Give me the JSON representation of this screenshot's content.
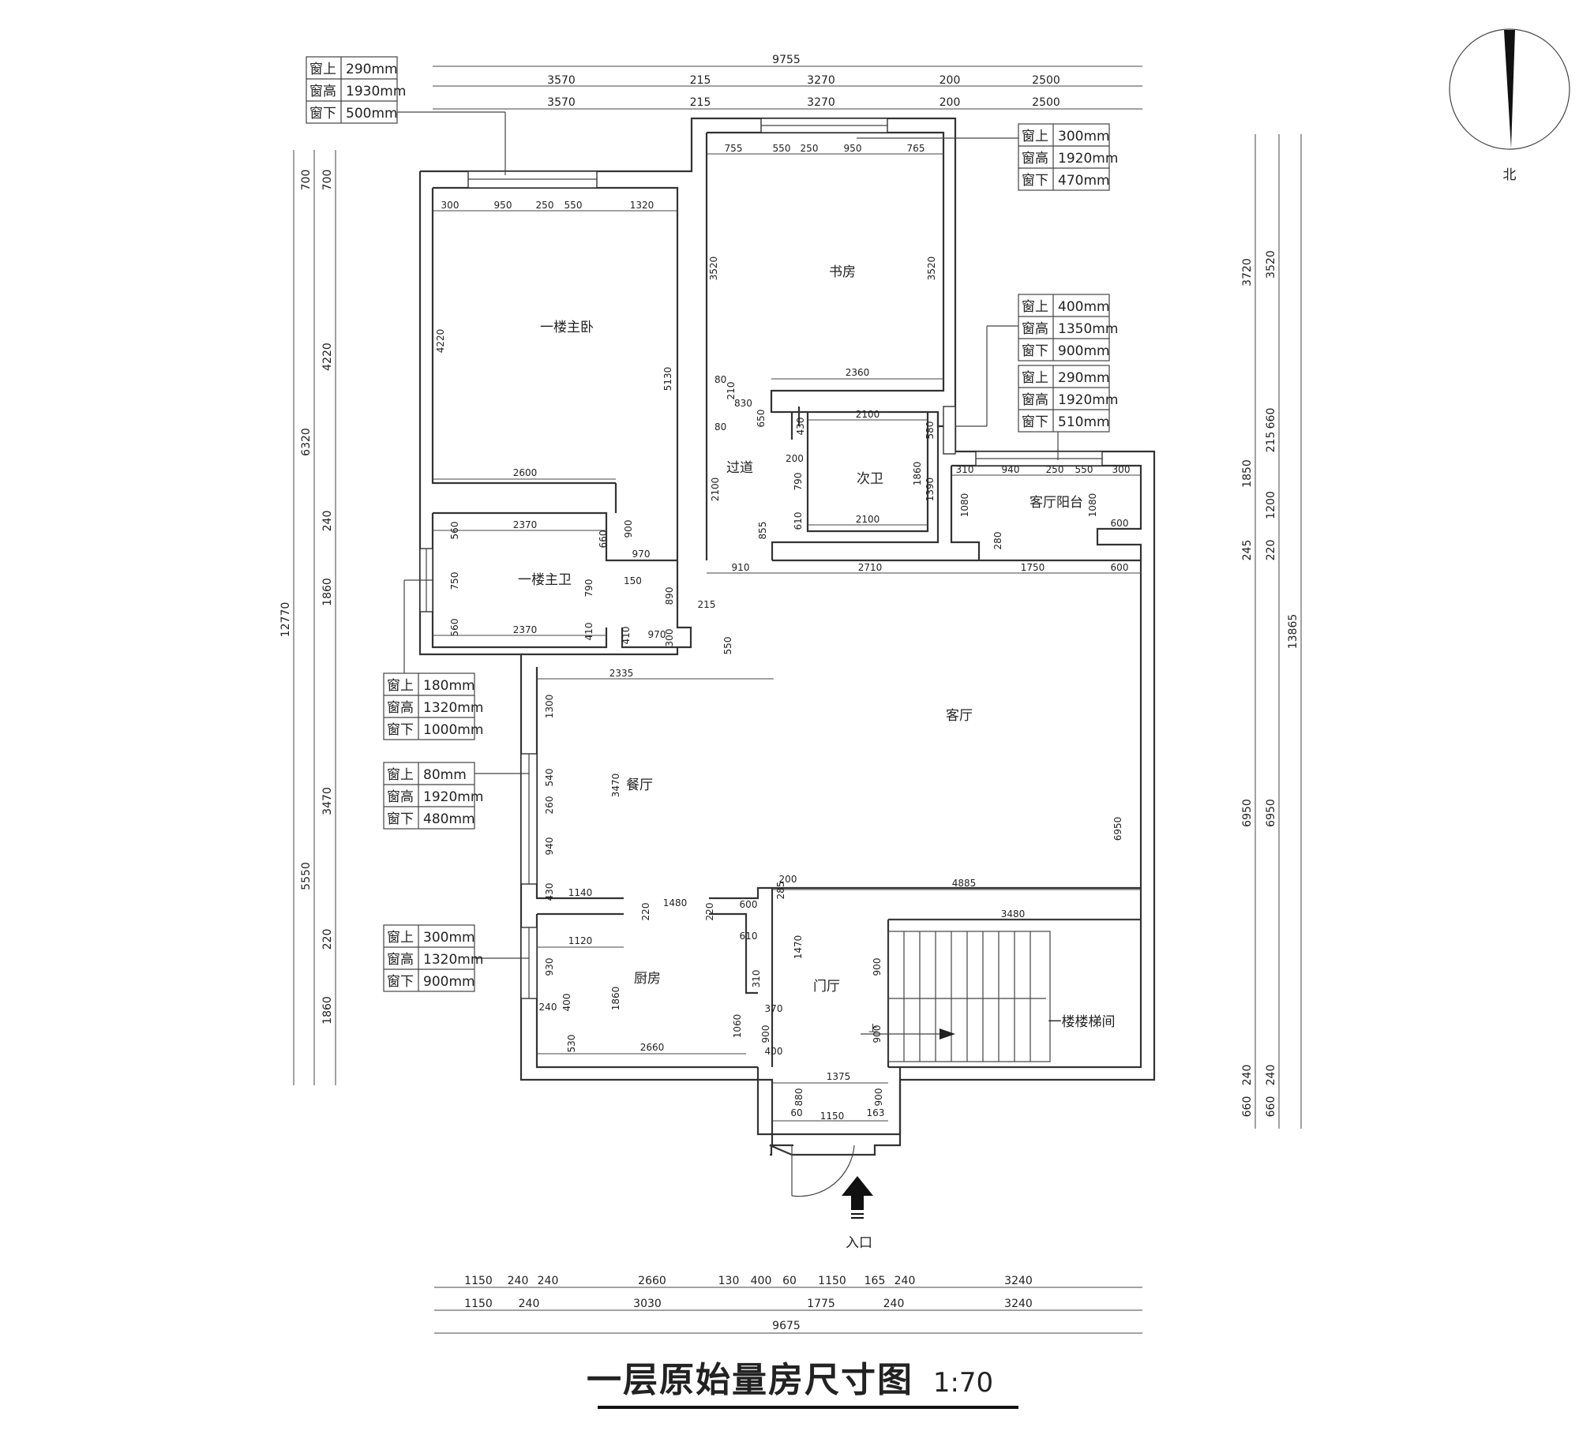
{
  "title": "一层原始量房尺寸图",
  "scale": "1:70",
  "north_label": "北",
  "entrance_label": "入口",
  "stair_up_label": "上",
  "rooms": {
    "master_bedroom": "一楼主卧",
    "study": "书房",
    "hallway": "过道",
    "second_bath": "次卫",
    "living_balcony": "客厅阳台",
    "master_bath": "一楼主卫",
    "living_room": "客厅",
    "dining": "餐厅",
    "kitchen": "厨房",
    "foyer": "门厅",
    "stairwell": "一楼楼梯间"
  },
  "windows": [
    {
      "top": "290mm",
      "height": "1930mm",
      "bottom": "500mm"
    },
    {
      "top": "300mm",
      "height": "1920mm",
      "bottom": "470mm"
    },
    {
      "top": "400mm",
      "height": "1350mm",
      "bottom": "900mm"
    },
    {
      "top": "290mm",
      "height": "1920mm",
      "bottom": "510mm"
    },
    {
      "top": "180mm",
      "height": "1320mm",
      "bottom": "1000mm"
    },
    {
      "top": "80mm",
      "height": "1920mm",
      "bottom": "480mm"
    },
    {
      "top": "300mm",
      "height": "1320mm",
      "bottom": "900mm"
    }
  ],
  "window_labels": {
    "top": "窗上",
    "height": "窗高",
    "bottom": "窗下"
  },
  "dims_top": {
    "total": "9755",
    "row1": [
      "3570",
      "215",
      "3270",
      "200",
      "2500"
    ],
    "row2": [
      "3570",
      "215",
      "3270",
      "200",
      "2500"
    ]
  },
  "dims_bottom": {
    "row1": [
      "1150",
      "240",
      "240",
      "2660",
      "130",
      "400",
      "60",
      "1150",
      "165",
      "240",
      "3240"
    ],
    "row2": [
      "1150",
      "240",
      "3030",
      "1775",
      "240",
      "3240"
    ],
    "total": "9675"
  },
  "dims_left": {
    "total": "12770",
    "row1": [
      "700",
      "6320",
      "5550"
    ],
    "row2": [
      "700",
      "4220",
      "240",
      "1860",
      "3470",
      "220",
      "1860"
    ]
  },
  "dims_right": {
    "total": "13865",
    "row1": [
      "3720",
      "1850",
      "245",
      "6950",
      "240",
      "660"
    ],
    "row2": [
      "3520",
      "215",
      "660",
      "1200",
      "220",
      "6950",
      "240",
      "660"
    ]
  },
  "interior_dims": {
    "bedroom_top": [
      "300",
      "950",
      "250",
      "550",
      "1320"
    ],
    "bedroom_left": "4220",
    "bedroom_right": "5130",
    "bedroom_bottom": "2600",
    "study_top": [
      "755",
      "550",
      "250",
      "950",
      "765"
    ],
    "study_left": "3520",
    "study_right": "3520",
    "study_bottom": "2360",
    "hall": [
      "80",
      "210",
      "830",
      "80",
      "650",
      "2100",
      "430",
      "200",
      "790",
      "610",
      "855"
    ],
    "bath2": [
      "2100",
      "2100",
      "580",
      "1860",
      "1390"
    ],
    "balcony": [
      "310",
      "940",
      "250",
      "550",
      "300",
      "1080",
      "1080",
      "600",
      "280"
    ],
    "living_top": [
      "910",
      "2710",
      "1750",
      "600"
    ],
    "master_bath": [
      "2370",
      "560",
      "900",
      "660",
      "750",
      "790",
      "150",
      "560",
      "410",
      "2370",
      "410",
      "970",
      "890",
      "300",
      "970",
      "215",
      "550"
    ],
    "dining": [
      "2335",
      "1300",
      "540",
      "3470",
      "260",
      "940",
      "430",
      "1140",
      "1480",
      "220",
      "220",
      "600",
      "285"
    ],
    "living_right": "6950",
    "foyer": [
      "200",
      "4885",
      "3480",
      "1470",
      "900",
      "900"
    ],
    "kitchen": [
      "1120",
      "610",
      "930",
      "310",
      "240",
      "400",
      "1860",
      "1060",
      "900",
      "370",
      "530",
      "2660",
      "400"
    ],
    "entry": [
      "1375",
      "880",
      "900",
      "60",
      "1150",
      "163"
    ]
  }
}
